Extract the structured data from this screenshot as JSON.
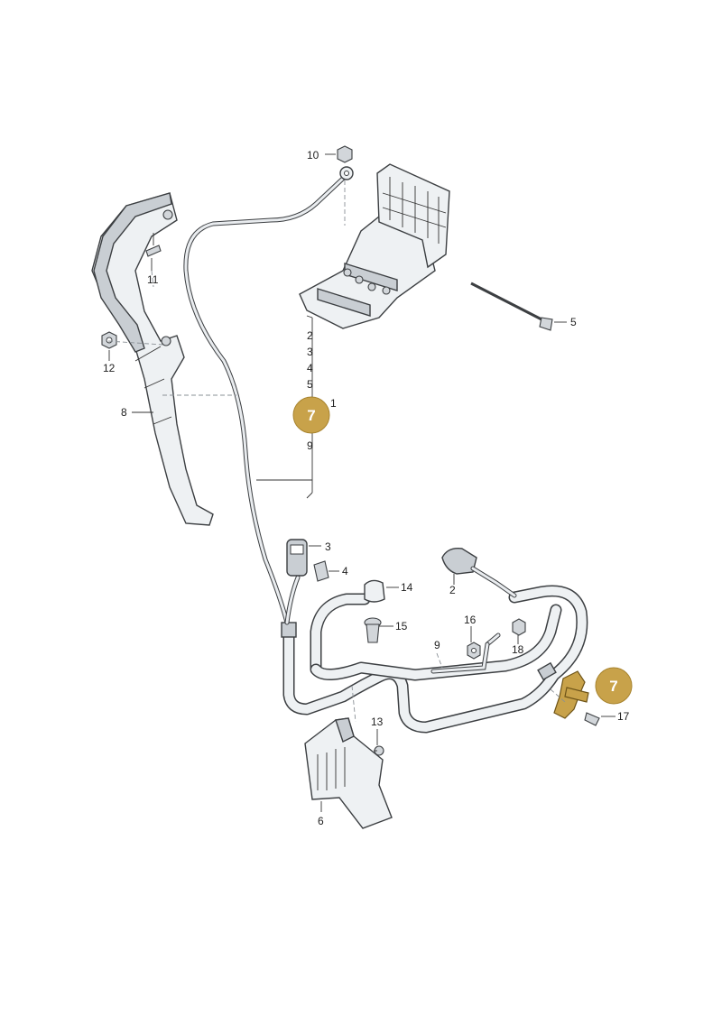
{
  "callouts": {
    "c1": "1",
    "c2a": "2",
    "c2b": "2",
    "c3a": "3",
    "c3b": "3",
    "c4a": "4",
    "c4b": "4",
    "c5a": "5",
    "c5b": "5",
    "c6": "6",
    "c8": "8",
    "c9a": "9",
    "c9b": "9",
    "c10": "10",
    "c11": "11",
    "c12": "12",
    "c13": "13",
    "c14": "14",
    "c15": "15",
    "c16": "16",
    "c17": "17",
    "c18": "18"
  },
  "badges": {
    "left": "7",
    "right": "7"
  },
  "colors": {
    "badge_fill": "#c8a24a",
    "highlight_part": "#c8a24a"
  }
}
